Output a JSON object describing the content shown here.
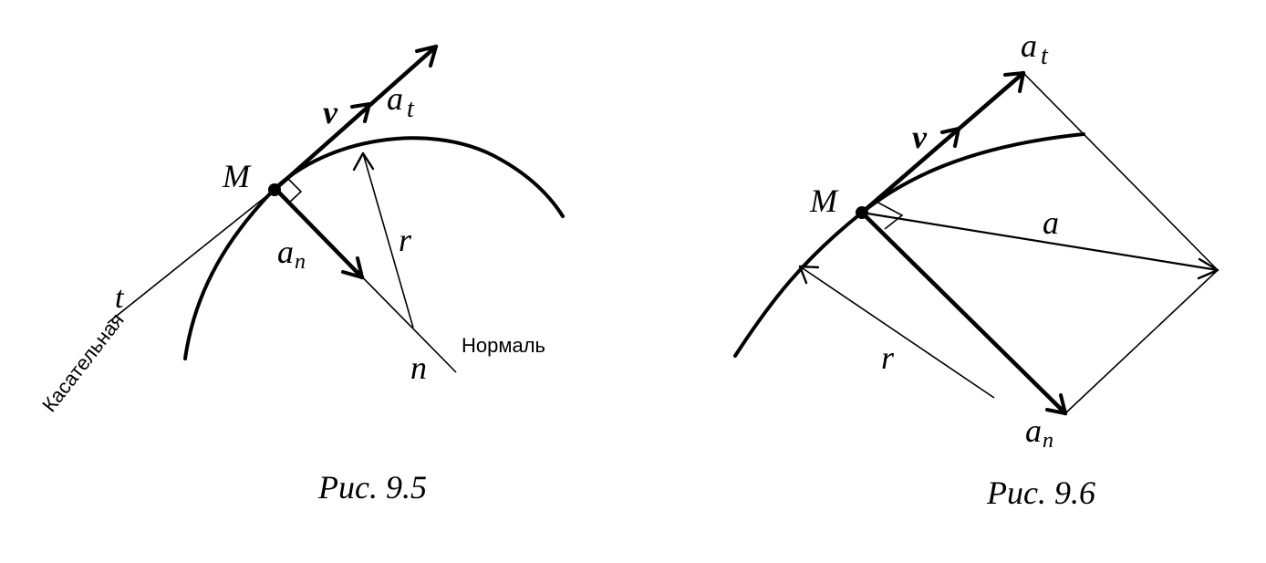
{
  "fig1": {
    "M": "M",
    "v": "v",
    "a": "a",
    "t_sub": "t",
    "n_sub": "n",
    "r": "r",
    "t": "t",
    "n": "n",
    "tangent": "Касательная",
    "normal": "Нормаль",
    "caption": "Рис. 9.5"
  },
  "fig2": {
    "M": "M",
    "v": "v",
    "a": "a",
    "t_sub": "t",
    "n_sub": "n",
    "a_total": "a",
    "r": "r",
    "caption": "Рис. 9.6"
  }
}
